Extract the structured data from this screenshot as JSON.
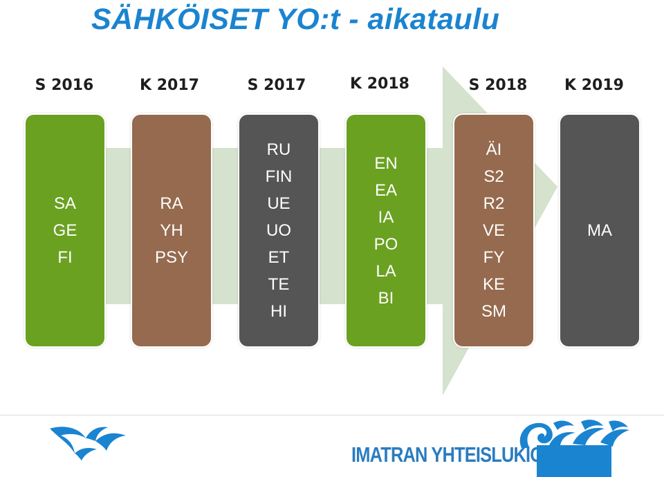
{
  "title": "SÄHKÖISET YO:t - aikataulu",
  "colors": {
    "title": "#1a84d0",
    "arrow": "#d5e2cd",
    "green": "#6aa121",
    "brown": "#956a4e",
    "gray": "#555555",
    "logo": "#2a7cc0"
  },
  "timeline": [
    {
      "term": "S 2016",
      "color": "green",
      "subjects": [
        "SA",
        "GE",
        "FI"
      ]
    },
    {
      "term": "K 2017",
      "color": "brown",
      "subjects": [
        "RA",
        "YH",
        "PSY"
      ]
    },
    {
      "term": "S 2017",
      "color": "gray",
      "subjects": [
        "RU",
        "FIN",
        "UE",
        "UO",
        "ET",
        "TE",
        "HI"
      ]
    },
    {
      "term": "K 2018",
      "color": "green",
      "subjects": [
        "EN",
        "EA",
        "IA",
        "PO",
        "LA",
        "BI"
      ]
    },
    {
      "term": "S 2018",
      "color": "brown",
      "subjects": [
        "ÄI",
        "S2",
        "R2",
        "VE",
        "FY",
        "KE",
        "SM"
      ]
    },
    {
      "term": "K 2019",
      "color": "gray",
      "subjects": [
        "MA"
      ]
    }
  ],
  "footer": {
    "logo_text": "IMATRAN YHTEISLUKIO",
    "logo_left_icon": "wave-bird-logo-icon",
    "logo_right_icon": "wave-crest-logo-icon"
  }
}
